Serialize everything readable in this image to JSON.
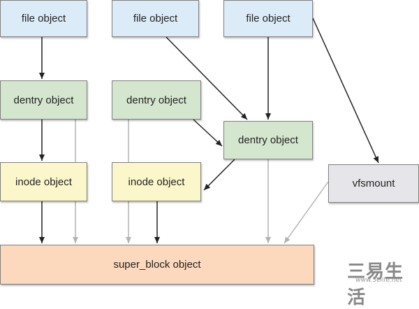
{
  "nodes": {
    "file1": "file object",
    "file2": "file object",
    "file3": "file object",
    "dentry1": "dentry object",
    "dentry2": "dentry object",
    "dentry3": "dentry object",
    "inode1": "inode object",
    "inode2": "inode object",
    "vfsmount": "vfsmount",
    "superblock": "super_block object"
  },
  "colors": {
    "file_fill": "#dcebf8",
    "dentry_fill": "#d5e6cf",
    "inode_fill": "#fcf7cb",
    "vfsmount_fill": "#e6e6ea",
    "superblock_fill": "#fcd9bd",
    "strong_arrow": "#222222",
    "weak_arrow": "#b3b3b3"
  },
  "watermark": {
    "main": "三易生活",
    "sub": "www.3elife.net"
  }
}
